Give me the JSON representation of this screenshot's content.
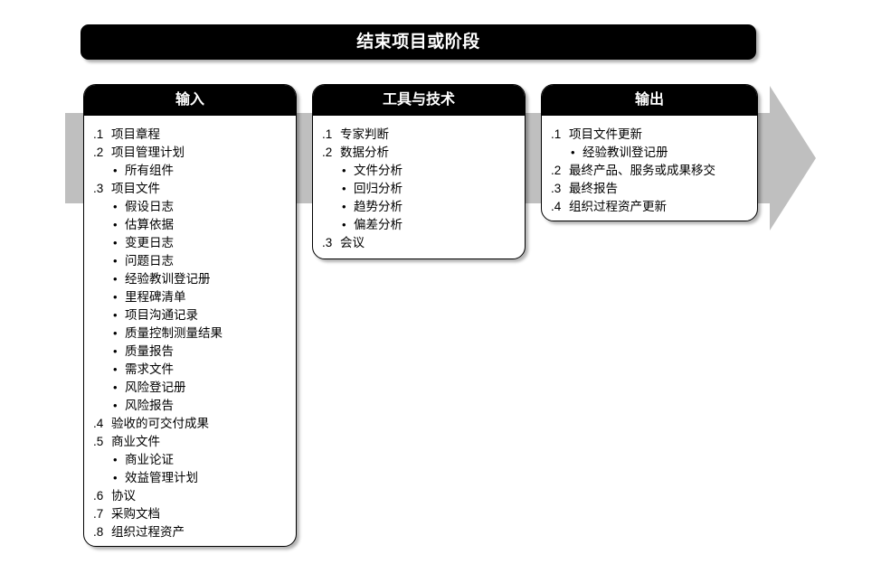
{
  "title": {
    "text": "结束项目或阶段"
  },
  "arrow": {
    "color": "#bfbfbf",
    "name": "process-flow-arrow"
  },
  "columns": [
    {
      "key": "inputs",
      "header": "输入",
      "items": [
        {
          "num": ".1",
          "text": "项目章程",
          "subitems": []
        },
        {
          "num": ".2",
          "text": "项目管理计划",
          "subitems": [
            "所有组件"
          ]
        },
        {
          "num": ".3",
          "text": "项目文件",
          "subitems": [
            "假设日志",
            "估算依据",
            "变更日志",
            "问题日志",
            "经验教训登记册",
            "里程碑清单",
            "项目沟通记录",
            "质量控制测量结果",
            "质量报告",
            "需求文件",
            "风险登记册",
            "风险报告"
          ]
        },
        {
          "num": ".4",
          "text": "验收的可交付成果",
          "subitems": []
        },
        {
          "num": ".5",
          "text": "商业文件",
          "subitems": [
            "商业论证",
            "效益管理计划"
          ]
        },
        {
          "num": ".6",
          "text": "协议",
          "subitems": []
        },
        {
          "num": ".7",
          "text": "采购文档",
          "subitems": []
        },
        {
          "num": ".8",
          "text": "组织过程资产",
          "subitems": []
        }
      ]
    },
    {
      "key": "tools",
      "header": "工具与技术",
      "items": [
        {
          "num": ".1",
          "text": "专家判断",
          "subitems": []
        },
        {
          "num": ".2",
          "text": "数据分析",
          "subitems": [
            "文件分析",
            "回归分析",
            "趋势分析",
            "偏差分析"
          ]
        },
        {
          "num": ".3",
          "text": "会议",
          "subitems": []
        }
      ]
    },
    {
      "key": "outputs",
      "header": "输出",
      "items": [
        {
          "num": ".1",
          "text": "项目文件更新",
          "subitems": [
            "经验教训登记册"
          ]
        },
        {
          "num": ".2",
          "text": "最终产品、服务或成果移交",
          "subitems": []
        },
        {
          "num": ".3",
          "text": "最终报告",
          "subitems": []
        },
        {
          "num": ".4",
          "text": "组织过程资产更新",
          "subitems": []
        }
      ]
    }
  ],
  "icons": {
    "bullet": "•"
  }
}
